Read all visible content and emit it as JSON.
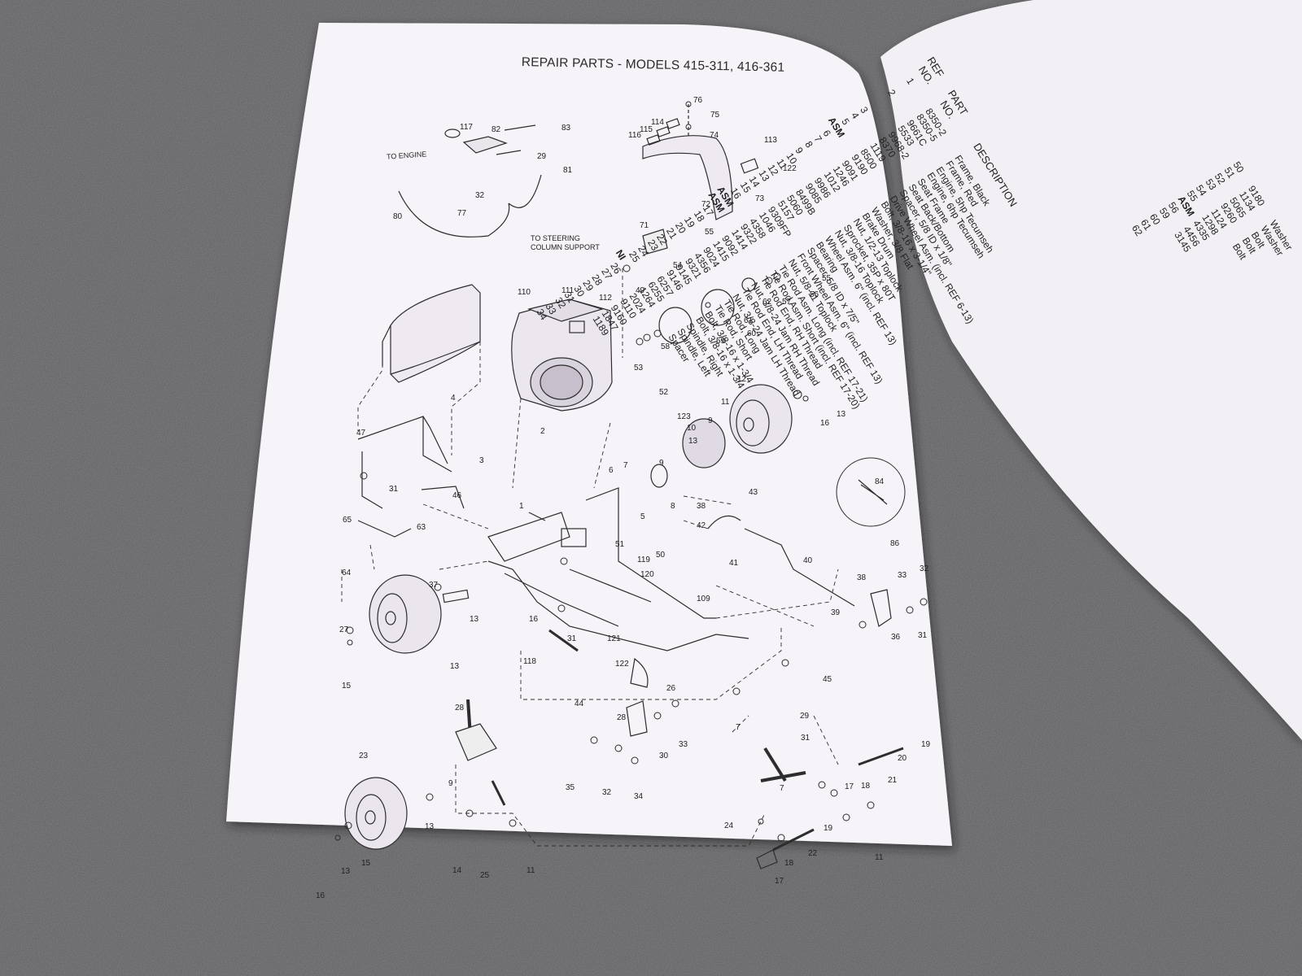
{
  "sheet": {
    "title": "REPAIR PARTS - MODELS 415-311, 416-361",
    "notes": {
      "to_engine": "TO ENGINE",
      "to_steering_line1": "TO STEERING",
      "to_steering_line2": "COLUMN SUPPORT"
    },
    "callouts": [
      "117",
      "82",
      "83",
      "29",
      "32",
      "81",
      "80",
      "77",
      "76",
      "75",
      "114",
      "115",
      "116",
      "74",
      "113",
      "122",
      "73",
      "72",
      "71",
      "55",
      "54",
      "49",
      "110",
      "111",
      "112",
      "55",
      "56",
      "57",
      "62",
      "61",
      "60",
      "59",
      "58",
      "53",
      "52",
      "4",
      "2",
      "12",
      "11",
      "123",
      "9",
      "10",
      "13",
      "16",
      "13",
      "47",
      "3",
      "31",
      "46",
      "7",
      "6",
      "9",
      "8",
      "5",
      "38",
      "43",
      "42",
      "41",
      "40",
      "84",
      "86",
      "65",
      "63",
      "64",
      "1",
      "51",
      "119",
      "120",
      "50",
      "109",
      "33",
      "32",
      "38",
      "39",
      "36",
      "31",
      "37",
      "13",
      "27",
      "13",
      "15",
      "16",
      "31",
      "121",
      "122",
      "118",
      "44",
      "45",
      "28",
      "26",
      "29",
      "7",
      "28",
      "33",
      "30",
      "35",
      "32",
      "34",
      "31",
      "23",
      "9",
      "15",
      "13",
      "14",
      "25",
      "11",
      "16",
      "13",
      "24",
      "7",
      "17",
      "18",
      "21",
      "20",
      "19",
      "19",
      "22",
      "18",
      "17",
      "11"
    ]
  },
  "parts_list": {
    "headers": {
      "ref_line1": "REF",
      "ref_line2": "NO.",
      "part_line1": "PART",
      "part_line2": "NO.",
      "description": "DESCRIPTION"
    },
    "rows": [
      {
        "ref": "1",
        "part": "8350-2",
        "desc": "Frame, Black"
      },
      {
        "ref": "",
        "part": "8350-5",
        "desc": "Frame, Red"
      },
      {
        "ref": "2",
        "part": "9661C",
        "desc": "Engine, 5hp Tecumseh"
      },
      {
        "ref": "",
        "part": "5533",
        "desc": "Engine, 6hp Tecumseh"
      },
      {
        "ref": "",
        "part": "9968-2",
        "desc": "Seat Frame"
      },
      {
        "ref": "3",
        "part": "8370",
        "desc": "Seat Back/Bottom"
      },
      {
        "ref": "4",
        "part": "1119",
        "desc": "Spacer, 5/8 ID x 1/8\""
      },
      {
        "ref": "5",
        "part": "8500",
        "desc": "Drive Wheel Asm. (incl. REF 6-13)"
      },
      {
        "ref": "ASM",
        "part": "9190",
        "desc": "Bolt, 3/8-16 x 3-1/4\""
      },
      {
        "ref": "6",
        "part": "9091",
        "desc": "Washer, 3/8 Flat"
      },
      {
        "ref": "7",
        "part": "1246",
        "desc": "Brake Drum"
      },
      {
        "ref": "8",
        "part": "1012",
        "desc": "Nut, 1/2-13 Toplock"
      },
      {
        "ref": "9",
        "part": "9986",
        "desc": "Sprocket, 35P x 80T"
      },
      {
        "ref": "10",
        "part": "9085",
        "desc": "Nut, 3/8-16 Toplock"
      },
      {
        "ref": "11",
        "part": "8499B",
        "desc": "Wheel Asm. 6\" (incl. REF 13)"
      },
      {
        "ref": "12",
        "part": "5060",
        "desc": "Bearing"
      },
      {
        "ref": "13",
        "part": "5157",
        "desc": "Spacer, 5/8 ID x 7/5\""
      },
      {
        "ref": "14",
        "part": "9309FP",
        "desc": "Front Wheel Asm. 6\" (incl. REF 13)"
      },
      {
        "ref": "15",
        "part": "1046",
        "desc": "Nut, 5/8-11 Toplock"
      },
      {
        "ref": "16",
        "part": "4358",
        "desc": "Tie Rod Asm. Long (incl. REF 17-21)"
      },
      {
        "ref": "ASM",
        "part": "9322",
        "desc": "Tie Rod Asm. Short (incl. REF 17-20)"
      },
      {
        "ref": "ASM",
        "part": "1414",
        "desc": "Tie Rod End, RH Thread"
      },
      {
        "ref": "17",
        "part": "9092",
        "desc": "Nut, 3/8-24 Jam RH Thread"
      },
      {
        "ref": "18",
        "part": "1415",
        "desc": "Tie Rod End, LH Thread"
      },
      {
        "ref": "19",
        "part": "9024",
        "desc": "Nut, 3/8-24 Jam LH Thread"
      },
      {
        "ref": "20",
        "part": "4356",
        "desc": "Tie Rod, Long"
      },
      {
        "ref": "21",
        "part": "9321",
        "desc": "Tie Rod, Short"
      },
      {
        "ref": "22",
        "part": "9145",
        "desc": "Bolt, 3/8-16 x 1-3/4"
      },
      {
        "ref": "23",
        "part": "9146",
        "desc": "Bolt, 3/8-16 x 1-3/4"
      },
      {
        "ref": "24",
        "part": "6257",
        "desc": "Spindle, Right"
      },
      {
        "ref": "25",
        "part": "6255",
        "desc": "Spindle, Left"
      },
      {
        "ref": "NI",
        "part": "1264",
        "desc": "Spacer"
      },
      {
        "ref": "26",
        "part": "2024",
        "desc": ""
      },
      {
        "ref": "27",
        "part": "9110",
        "desc": ""
      },
      {
        "ref": "28",
        "part": "9160",
        "desc": ""
      },
      {
        "ref": "29",
        "part": "1847",
        "desc": ""
      },
      {
        "ref": "30",
        "part": "1189",
        "desc": ""
      },
      {
        "ref": "31",
        "part": "",
        "desc": ""
      },
      {
        "ref": "32",
        "part": "",
        "desc": ""
      },
      {
        "ref": "33",
        "part": "",
        "desc": ""
      },
      {
        "ref": "34",
        "part": "",
        "desc": ""
      }
    ],
    "right_column": [
      {
        "ref": "50",
        "part": "9180",
        "desc": "Washer"
      },
      {
        "ref": "51",
        "part": "1134",
        "desc": "Washer"
      },
      {
        "ref": "52",
        "part": "5065",
        "desc": "Bolt"
      },
      {
        "ref": "53",
        "part": "9260",
        "desc": "Bolt"
      },
      {
        "ref": "54",
        "part": "1124",
        "desc": "Bolt"
      },
      {
        "ref": "55",
        "part": "1298",
        "desc": ""
      },
      {
        "ref": "ASM",
        "part": "4335",
        "desc": ""
      },
      {
        "ref": "56",
        "part": "4456",
        "desc": ""
      },
      {
        "ref": "59",
        "part": "3145",
        "desc": ""
      },
      {
        "ref": "60",
        "part": "",
        "desc": ""
      },
      {
        "ref": "61",
        "part": "",
        "desc": ""
      },
      {
        "ref": "62",
        "part": "",
        "desc": ""
      }
    ]
  },
  "colors": {
    "paper": "#f4f1f8",
    "ink": "#2a2a2a",
    "carpet": "#57575a"
  }
}
